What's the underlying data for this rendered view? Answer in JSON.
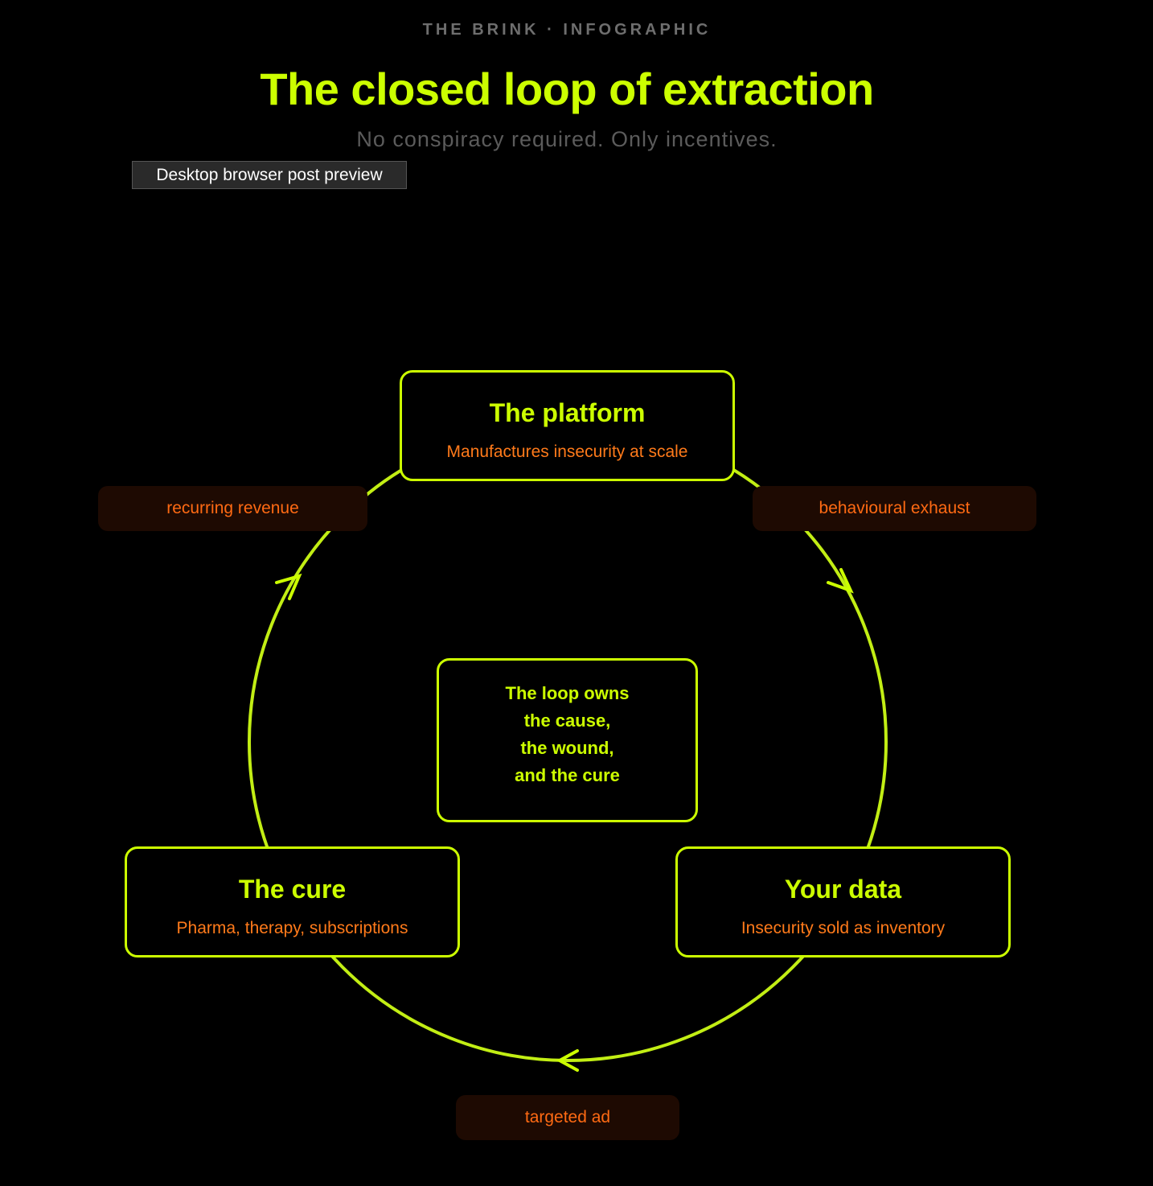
{
  "header": {
    "eyebrow": "THE BRINK · INFOGRAPHIC",
    "title": "The closed loop of extraction",
    "subtitle": "No conspiracy required. Only incentives."
  },
  "preview_tag": "Desktop browser post preview",
  "nodes": {
    "platform": {
      "title": "The platform",
      "subtitle": "Manufactures insecurity at scale"
    },
    "data": {
      "title": "Your data",
      "subtitle": "Insecurity sold as inventory"
    },
    "cure": {
      "title": "The cure",
      "subtitle": "Pharma, therapy, subscriptions"
    }
  },
  "edges": {
    "platform_to_data": "behavioural exhaust",
    "data_to_cure": "targeted ad",
    "cure_to_platform": "recurring revenue"
  },
  "center": {
    "lines": [
      "The loop owns",
      "the cause,",
      "the wound,",
      "and the cure"
    ]
  },
  "colors": {
    "background": "#000000",
    "accent": "#ccff00",
    "label": "#ff6a13",
    "label_bg": "#1e0a02",
    "muted": "#6e6e6e"
  }
}
